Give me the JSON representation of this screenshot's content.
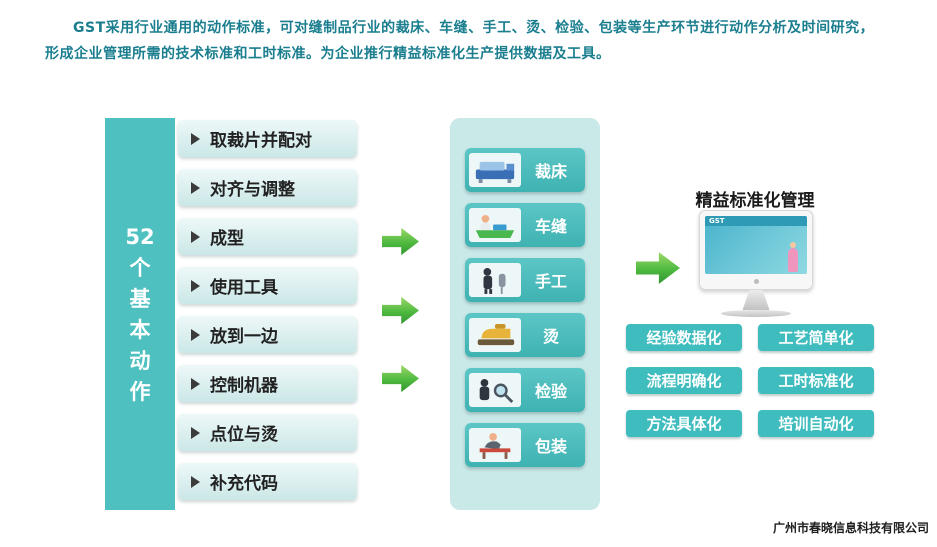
{
  "page": {
    "intro_line1": "GST采用行业通用的动作标准，可对缝制品行业的裁床、车缝、手工、烫、检验、包装等生产环节进行动作分析及时间研究，",
    "intro_line2": "形成企业管理所需的技术标准和工时标准。为企业推行精益标准化生产提供数据及工具。",
    "footer": "广州市春晓信息科技有限公司"
  },
  "left_bar": {
    "label": "52个基本动作",
    "chars": [
      "52",
      "个",
      "基",
      "本",
      "动",
      "作"
    ]
  },
  "actions": [
    "取裁片并配对",
    "对齐与调整",
    "成型",
    "使用工具",
    "放到一边",
    "控制机器",
    "点位与烫",
    "补充代码"
  ],
  "processes": [
    {
      "label": "裁床",
      "icon": "cutting-bed-icon"
    },
    {
      "label": "车缝",
      "icon": "sewing-icon"
    },
    {
      "label": "手工",
      "icon": "handwork-icon"
    },
    {
      "label": "烫",
      "icon": "ironing-icon"
    },
    {
      "label": "检验",
      "icon": "inspection-icon"
    },
    {
      "label": "包装",
      "icon": "packaging-icon"
    }
  ],
  "result": {
    "title": "精益标准化管理",
    "screen_label": "GST",
    "benefits": [
      "经验数据化",
      "工艺简单化",
      "流程明确化",
      "工时标准化",
      "方法具体化",
      "培训自动化"
    ]
  },
  "colors": {
    "teal": "#4fc0c0",
    "panel": "#c9e8e8",
    "button": "#3fbcbe",
    "arrow_green": "#3fae3d",
    "intro_text": "#1a7e8f"
  }
}
